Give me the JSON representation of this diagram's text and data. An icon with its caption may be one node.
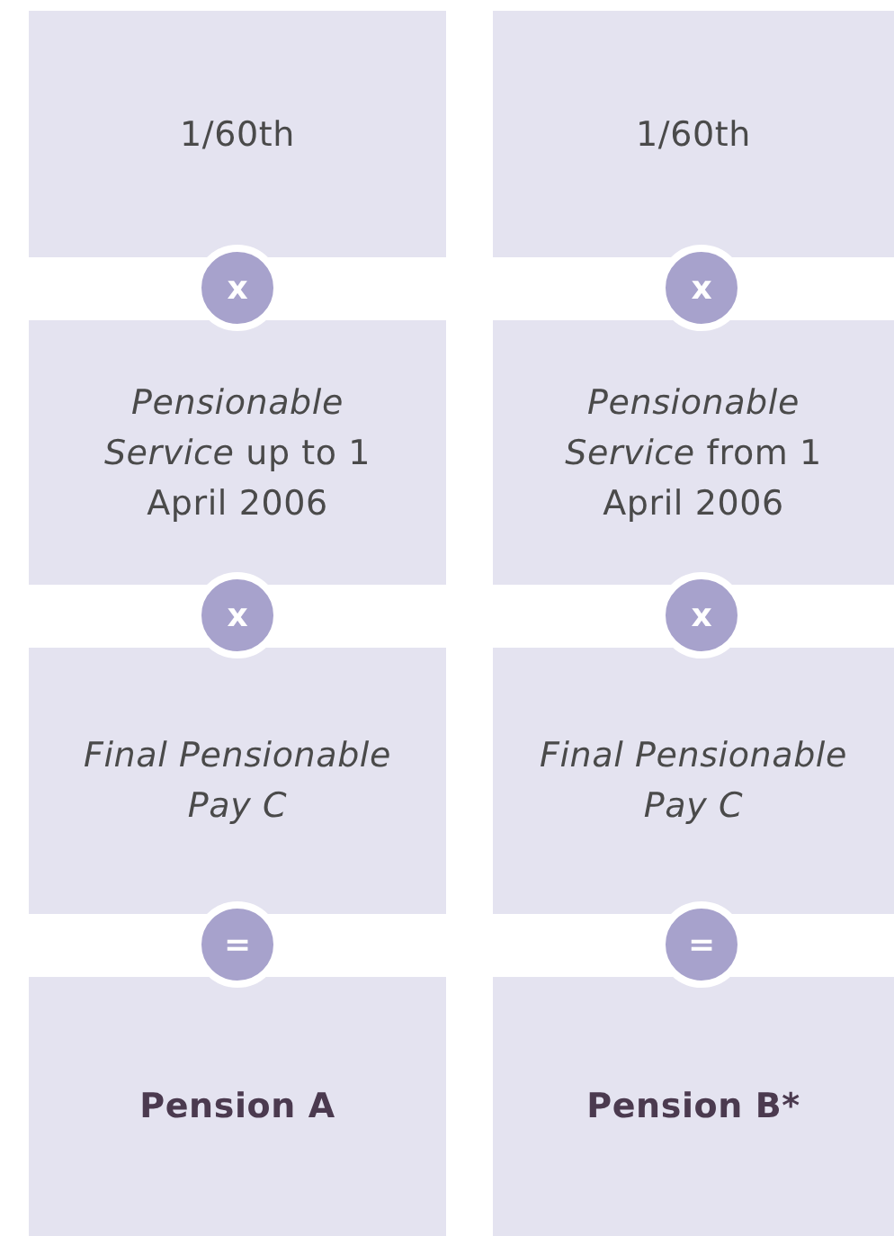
{
  "diagram": {
    "nodes": [
      {
        "text": [
          "1/60th"
        ]
      },
      {
        "text": [
          "1/60th"
        ]
      },
      {
        "text": [
          "x"
        ]
      },
      {
        "text": [
          "x"
        ]
      },
      {
        "text": [
          "*Pensionable Service* up to 1 April 2006"
        ]
      },
      {
        "text": [
          "*Pensionable Service* from 1 April 2006"
        ]
      },
      {
        "text": [
          "x"
        ]
      },
      {
        "text": [
          "x"
        ]
      },
      {
        "text": [
          "Final Pensionable Pay C"
        ]
      },
      {
        "text": [
          "Final Pensionable Pay C"
        ]
      },
      {
        "text": [
          "="
        ]
      },
      {
        "text": [
          "="
        ]
      },
      {
        "text": [
          "Pension A"
        ]
      },
      {
        "text": [
          "Pension B*"
        ]
      }
    ]
  }
}
